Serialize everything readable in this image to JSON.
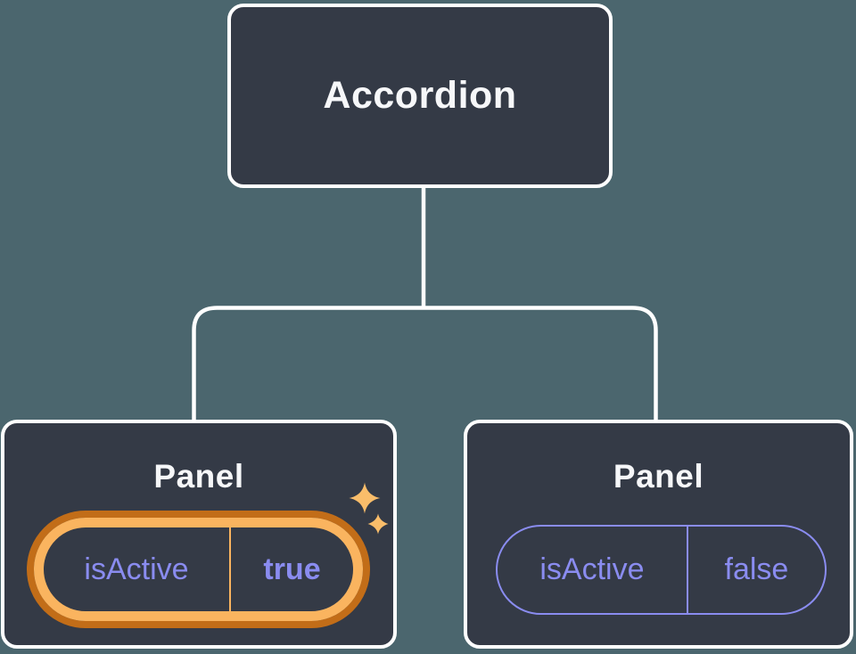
{
  "colors": {
    "background": "#4B666E",
    "card": "#343A46",
    "line": "#FFFFFF",
    "text_primary": "#F6F7F9",
    "state_accent": "#8A8CF0",
    "highlight_dark": "#C26D18",
    "highlight_light": "#FAB45F",
    "sparkle": "#F9BD6A"
  },
  "tree": {
    "root": {
      "label": "Accordion"
    },
    "children": [
      {
        "label": "Panel",
        "highlighted": true,
        "state": {
          "name": "isActive",
          "value": "true"
        }
      },
      {
        "label": "Panel",
        "highlighted": false,
        "state": {
          "name": "isActive",
          "value": "false"
        }
      }
    ]
  },
  "icons": [
    {
      "name": "sparkles-icon",
      "meaning": "state changed / highlighted state"
    }
  ]
}
